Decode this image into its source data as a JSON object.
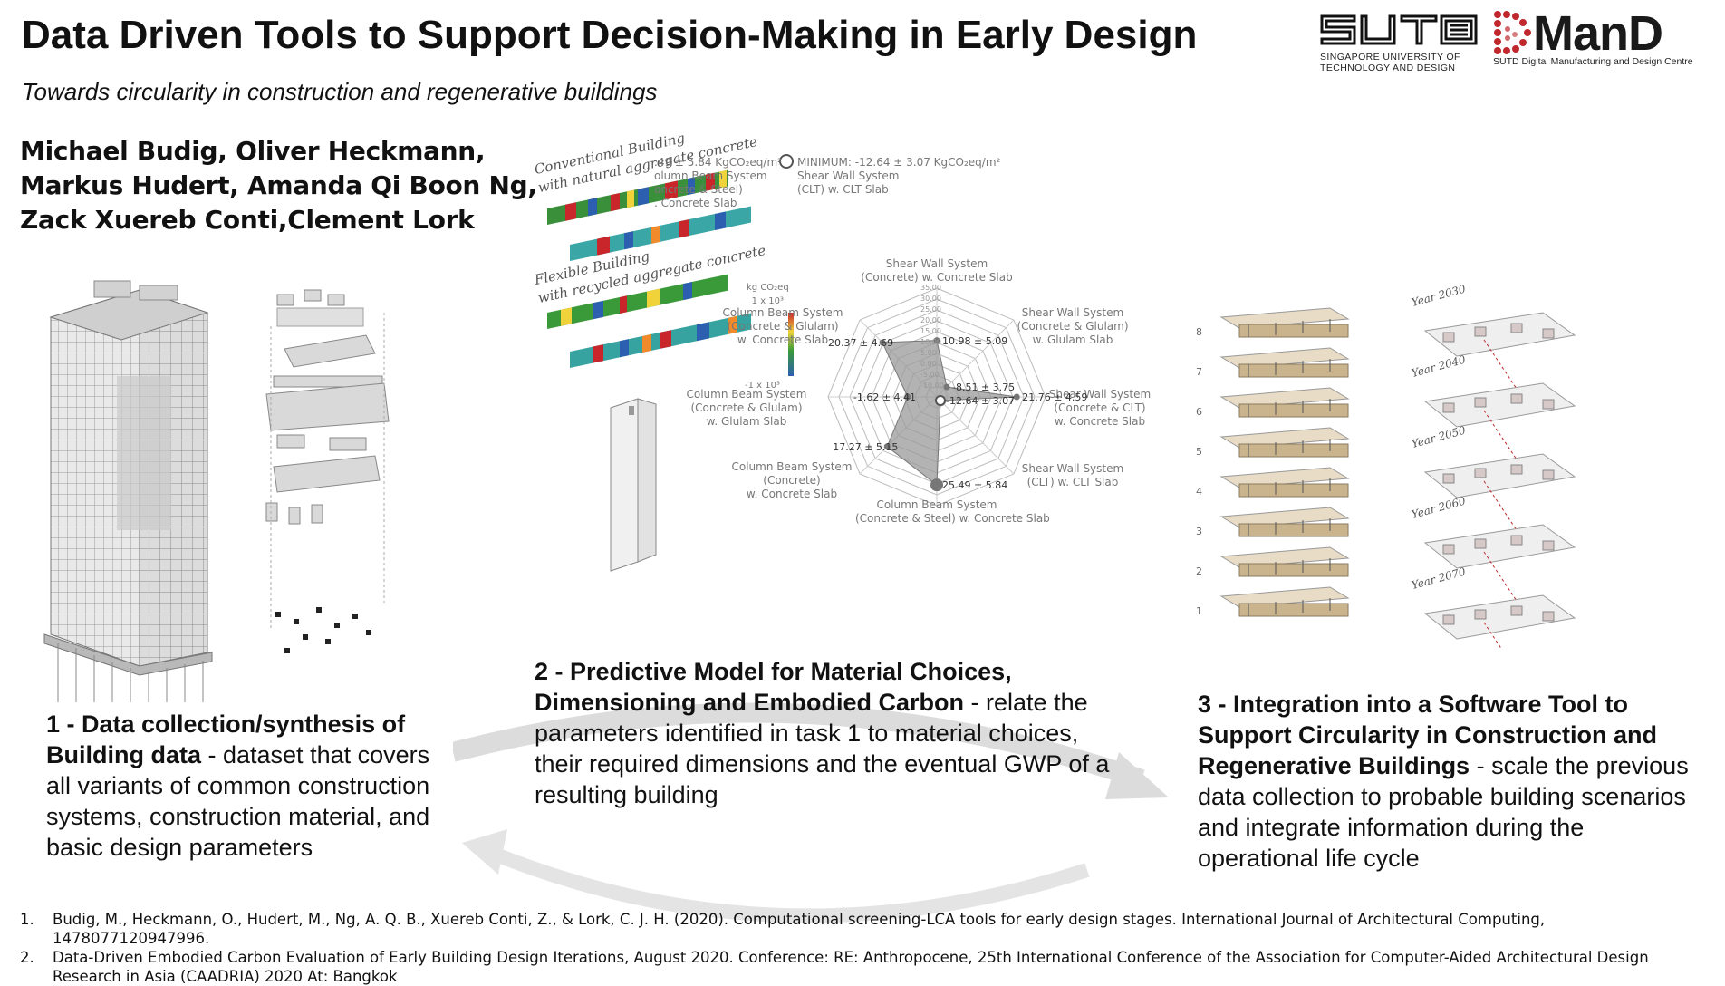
{
  "header": {
    "title": "Data Driven Tools to Support Decision-Making in Early Design",
    "subtitle": "Towards circularity in construction and regenerative buildings"
  },
  "logos": {
    "sutd_mark": "SUTD",
    "sutd_text_1": "SINGAPORE UNIVERSITY OF",
    "sutd_text_2": "TECHNOLOGY AND DESIGN",
    "dmand_mark": "DManD",
    "dmand_text": "SUTD Digital Manufacturing and Design Centre"
  },
  "authors": {
    "line1": "Michael Budig, Oliver Heckmann,",
    "line2": "Markus Hudert, Amanda Qi Boon Ng,",
    "line3": "Zack Xuereb Conti,Clement Lork"
  },
  "figure2": {
    "conventional_1": "Conventional Building",
    "conventional_2": "with natural aggregate concrete",
    "flexible_1": "Flexible Building",
    "flexible_2": "with recycled aggregate concrete",
    "max_value": ".49 ± 5.84 KgCO₂eq/m²",
    "max_line2": "olumn Beam System",
    "max_line3": "oncrete & Steel)",
    "max_line4": ". Concrete Slab",
    "min_label": "MINIMUM:",
    "min_value": "-12.64 ± 3.07 KgCO₂eq/m²",
    "min_line2": "Shear Wall System",
    "min_line3": "(CLT) w. CLT Slab",
    "scale_title_1": "kg CO₂eq",
    "scale_title_2": "1 x 10³",
    "scale_bottom": "-1 x 10³",
    "radar_ticks": [
      "35.00",
      "30.00",
      "25.00",
      "20.00",
      "15.00",
      "10.00",
      "5.00",
      "0.00",
      "-5.00",
      "-10.00"
    ],
    "axes": [
      {
        "l1": "Shear Wall System",
        "l2": "(Concrete) w. Concrete Slab",
        "l3": "",
        "value": "10.98 ± 5.09"
      },
      {
        "l1": "Shear Wall System",
        "l2": "(Concrete & Glulam)",
        "l3": "w. Glulam Slab",
        "value": "-8.51 ± 3.75"
      },
      {
        "l1": "Shear Wall System",
        "l2": "(Concrete & CLT)",
        "l3": "w. Concrete Slab",
        "value": "21.76 ± 4.59"
      },
      {
        "l1": "Shear Wall System",
        "l2": "(CLT) w. CLT Slab",
        "l3": "",
        "value": "-12.64 ± 3.07"
      },
      {
        "l1": "Column Beam System",
        "l2": "(Concrete & Steel) w. Concrete Slab",
        "l3": "",
        "value": "25.49 ± 5.84"
      },
      {
        "l1": "Column Beam System",
        "l2": "(Concrete)",
        "l3": "w. Concrete Slab",
        "value": "17.27 ± 5.15"
      },
      {
        "l1": "Column Beam System",
        "l2": "(Concrete & Glulam)",
        "l3": "w. Glulam Slab",
        "value": "-1.62 ± 4.41"
      },
      {
        "l1": "Column Beam System",
        "l2": "(Concrete & Glulam)",
        "l3": "w. Concrete Slab",
        "value": "20.37 ± 4.69"
      }
    ]
  },
  "figure3": {
    "floors": [
      "8",
      "7",
      "6",
      "5",
      "4",
      "3",
      "2",
      "1"
    ],
    "years": [
      "Year 2030",
      "Year 2040",
      "Year 2050",
      "Year 2060",
      "Year 2070"
    ]
  },
  "tasks": {
    "t1_bold": "1 - Data collection/synthesis of Building data",
    "t1_text": " - dataset that covers all variants of common construction systems, construction material, and basic design parameters",
    "t2_bold": "2 - Predictive Model for Material Choices, Dimensioning and Embodied Carbon",
    "t2_text": " - relate the parameters identified in task 1 to material choices, their required dimensions and the eventual GWP of a resulting building",
    "t3_bold": "3 - Integration into a Software Tool to Support Circularity in Construction and Regenerative Buildings",
    "t3_text": " - scale the previous data collection to probable building scenarios and integrate information during the operational life cycle"
  },
  "references": [
    {
      "num": "1.",
      "text": "Budig, M., Heckmann, O., Hudert, M., Ng, A. Q. B., Xuereb Conti, Z., & Lork, C. J. H. (2020). Computational screening-LCA tools for early design stages. International Journal of Architectural Computing, 1478077120947996."
    },
    {
      "num": "2.",
      "text": "Data-Driven Embodied Carbon Evaluation of Early Building Design Iterations, August 2020. Conference: RE: Anthropocene, 25th International Conference of the Association for Computer-Aided Architectural Design Research in Asia (CAADRIA) 2020 At: Bangkok"
    }
  ],
  "colors": {
    "accent_red": "#c0282d",
    "arrow_gray": "#d9d9d9"
  }
}
